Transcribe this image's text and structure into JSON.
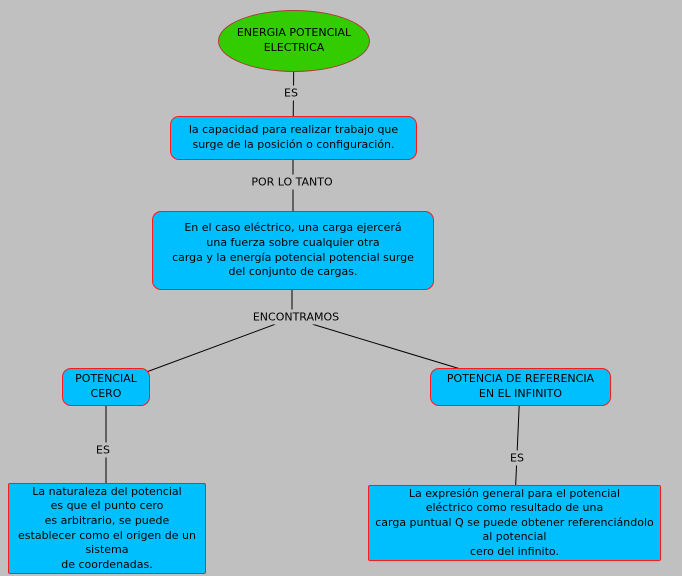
{
  "colors": {
    "background": "#c0c0c0",
    "concept_fill": "#00bfff",
    "concept_border": "#ff1a1a",
    "root_fill": "#33cc00",
    "root_border": "#aa3a3a",
    "line": "#000000",
    "text": "#000000"
  },
  "root": {
    "label": "ENERGIA POTENCIAL\nELECTRICA"
  },
  "links": {
    "es1": "ES",
    "por_lo_tanto": "POR LO TANTO",
    "encontramos": "ENCONTRAMOS",
    "es_left": "ES",
    "es_right": "ES"
  },
  "concepts": {
    "definition": "la capacidad para realizar trabajo que\nsurge de la posición o configuración.",
    "electric_case": "En el caso eléctrico, una carga ejercerá\nuna fuerza sobre cualquier otra\ncarga y la energía potencial potencial surge\ndel conjunto de cargas.",
    "potencial_cero": "POTENCIAL\nCERO",
    "referencia_infinito": "POTENCIA DE REFERENCIA\nEN EL INFINITO",
    "potencial_cero_detail": "La naturaleza del potencial\nes que el punto cero\nes arbitrario, se puede\nestablecer como el origen de un\nsistema\nde coordenadas.",
    "referencia_infinito_detail": "La expresión general para el potencial\neléctrico como resultado de una\ncarga puntual Q se puede obtener referenciándolo\nal potencial\ncero del infinito."
  }
}
